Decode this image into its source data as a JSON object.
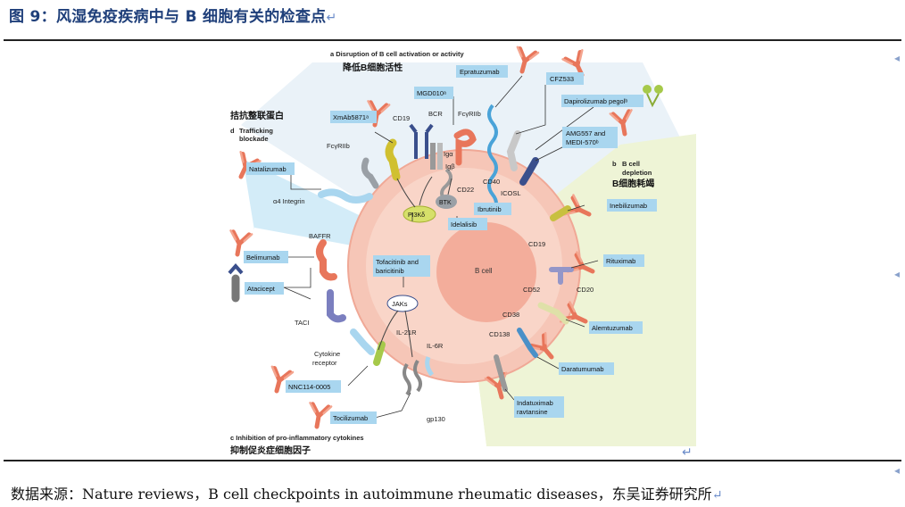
{
  "header": {
    "title": "图 9：风湿免疫疾病中与 B 细胞有关的检查点",
    "return_mark": "↵"
  },
  "footer": {
    "source": "数据来源：Nature reviews，B cell checkpoints in autoimmune rheumatic diseases，东吴证券研究所",
    "end_mark": "↵"
  },
  "diagram": {
    "cell_label": "B cell",
    "sections": {
      "a": {
        "letter": "a",
        "title": "Disruption of B cell activation or activity",
        "cn": "降低B细胞活性"
      },
      "b": {
        "letter": "b",
        "title_line1": "B cell",
        "title_line2": "depletion",
        "cn": "B细胞耗竭"
      },
      "c": {
        "letter": "c",
        "title": "Inhibition of pro-inflammatory cytokines",
        "cn": "抑制促炎症细胞因子"
      },
      "d": {
        "letter": "d",
        "title_line1": "Trafficking",
        "title_line2": "blockade",
        "cn": "拮抗整联蛋白"
      }
    },
    "drugs": {
      "epratuzumab": "Epratuzumab",
      "cfz533": "CFZ533",
      "mgd010": "MGD010ᵃ",
      "dapirolizumab": "Dapirolizumab pegolᵇ",
      "xmab5871": "XmAb5871ᵃ",
      "amg557_1": "AMG557 and",
      "amg557_2": "MEDI-570ᵇ",
      "natalizumab": "Natalizumab",
      "ibrutinib": "Ibrutinib",
      "idelalisib": "Idelalisib",
      "inebilizumab": "Inebilizumab",
      "belimumab": "Belimumab",
      "rituximab": "Rituximab",
      "atacicept": "Atacicept",
      "tofacitinib_1": "Tofacitinib and",
      "tofacitinib_2": "baricitinib",
      "alemtuzumab": "Alemtuzumab",
      "daratumumab": "Daratumumab",
      "nnc": "NNC114-0005",
      "tocilizumab": "Tocilizumab",
      "indatuximab_1": "Indatuximab",
      "indatuximab_2": "ravtansine"
    },
    "molecules": {
      "cd19_top": "CD19",
      "bcr": "BCR",
      "fcgriib_top": "FcγRIIb",
      "fcgriib_left": "FcγRIIb",
      "iga": "Igα",
      "igb": "Igβ",
      "cd22": "CD22",
      "cd40": "CD40",
      "icosl": "ICOSL",
      "btk": "BTK",
      "pi3k": "PI3Kδ",
      "a4": "α4 Integrin",
      "baffr": "BAFFR",
      "taci": "TACI",
      "jaks": "JAKs",
      "il21r": "IL-21R",
      "il6r": "IL-6R",
      "cytokine_1": "Cytokine",
      "cytokine_2": "receptor",
      "gp130": "gp130",
      "cd19_right": "CD19",
      "cd20": "CD20",
      "cd52": "CD52",
      "cd38": "CD38",
      "cd138": "CD138"
    }
  },
  "colors": {
    "title": "#1f3f7a",
    "drug_box": "#a9d6ef",
    "cell_outer": "#f6c6b7",
    "cell_inner": "#f3ad9b",
    "antibody": "#e8765b",
    "zone_a": "#eaf2f8",
    "zone_b": "#eef4d6",
    "zone_d": "#d3ecf8"
  }
}
